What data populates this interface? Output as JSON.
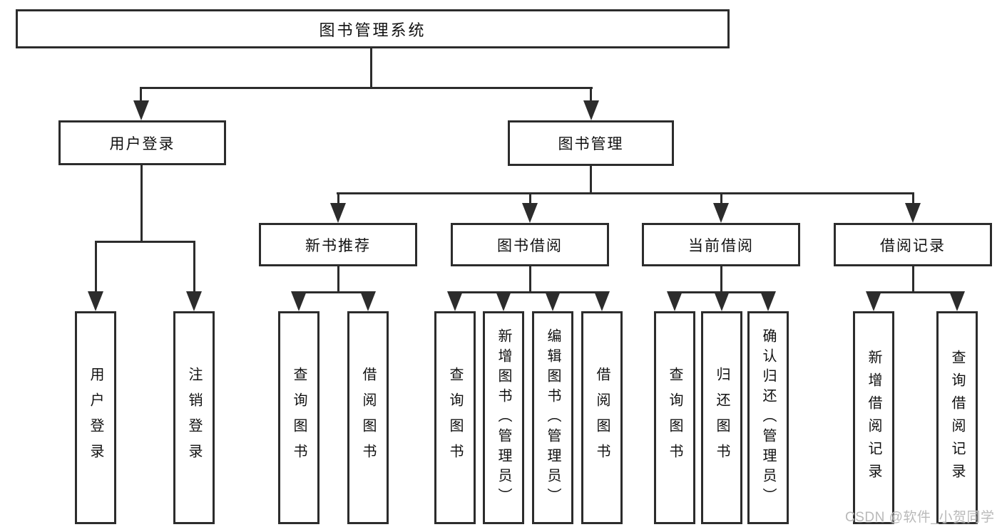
{
  "colors": {
    "line": "#2c2c2c",
    "box_border": "#2c2c2c",
    "text": "#111111",
    "watermark": "#b9b9b9",
    "background": "#ffffff"
  },
  "watermark": {
    "text": "CSDN @软件_小贺同学"
  },
  "tree": {
    "root": {
      "label": "图书管理系统"
    },
    "branches": [
      {
        "label": "用户登录",
        "children": [
          "用户登录",
          "注销登录"
        ]
      },
      {
        "label": "图书管理",
        "groups": [
          {
            "label": "新书推荐",
            "children": [
              "查询图书",
              "借阅图书"
            ]
          },
          {
            "label": "图书借阅",
            "children": [
              "查询图书",
              "新增图书（管理员）",
              "编辑图书（管理员）",
              "借阅图书"
            ]
          },
          {
            "label": "当前借阅",
            "children": [
              "查询图书",
              "归还图书",
              "确认归还（管理员）"
            ]
          },
          {
            "label": "借阅记录",
            "children": [
              "新增借阅记录",
              "查询借阅记录"
            ]
          }
        ]
      }
    ]
  }
}
